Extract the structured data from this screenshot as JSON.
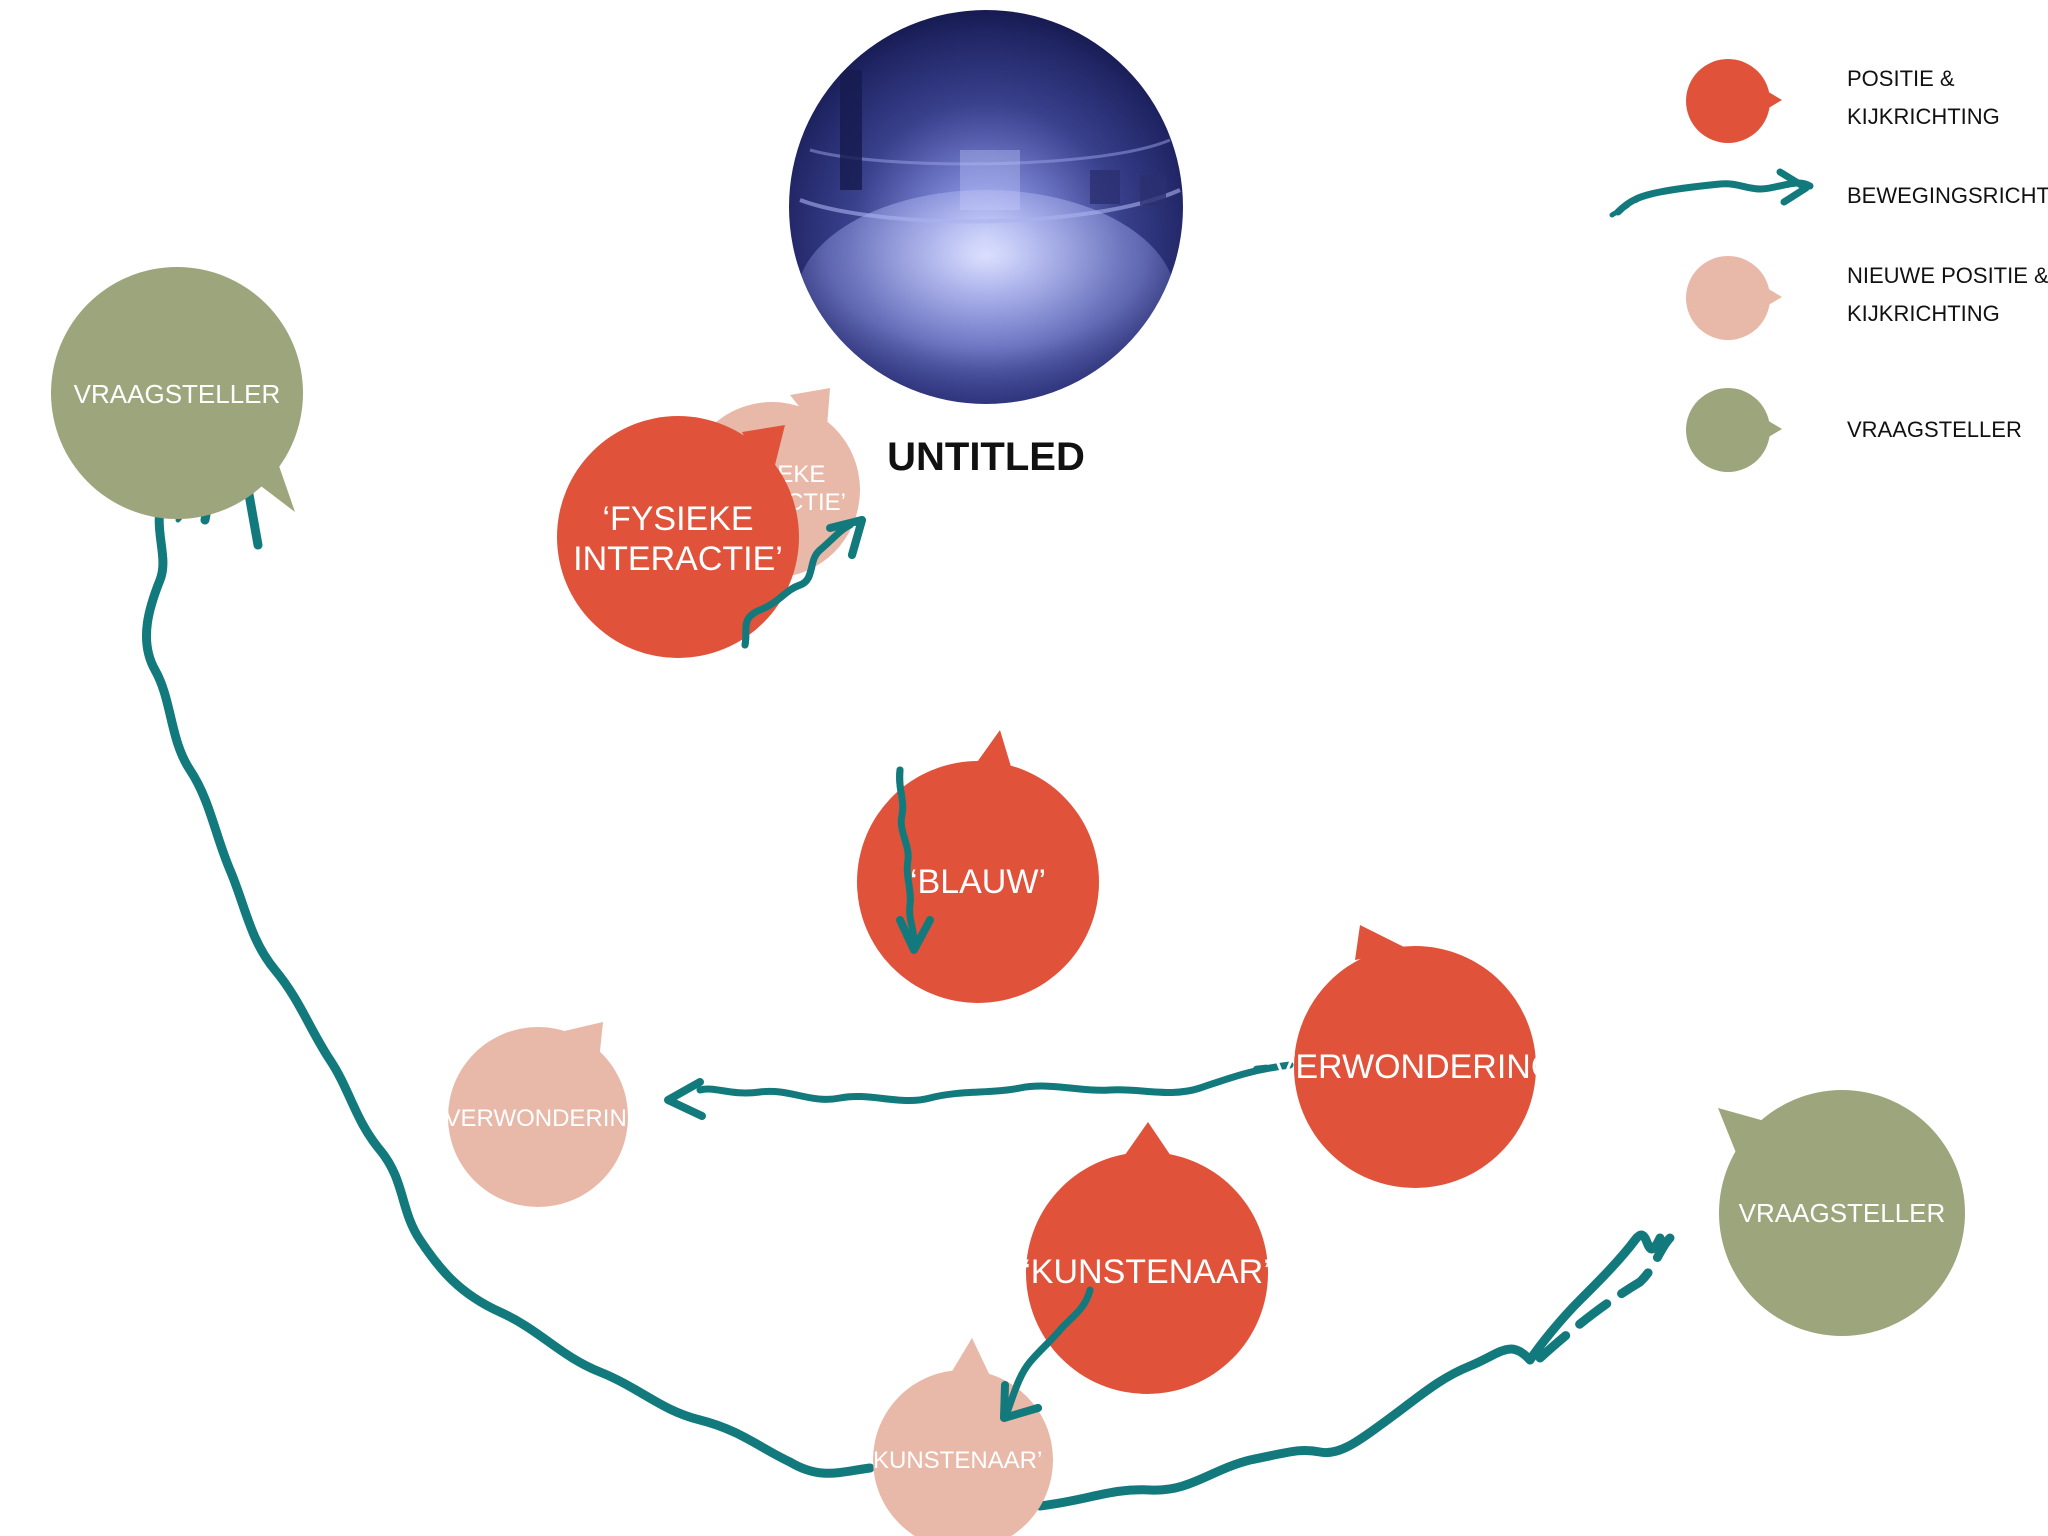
{
  "title": "UNTITLED",
  "legend": {
    "position_label_1": "POSITIE &",
    "position_label_2": "KIJKRICHTING",
    "movement_label": "BEWEGINGSRICHTING",
    "new_position_label_1": "NIEUWE POSITIE &",
    "new_position_label_2": "KIJKRICHTING",
    "questioner_label": "VRAAGSTELLER"
  },
  "nodes": {
    "questioner_left": "VRAAGSTELLER",
    "questioner_right": "VRAAGSTELLER",
    "fysieke_1": "‘FYSIEKE",
    "fysieke_2": "INTERACTIE’",
    "fysieke_new_1": "‘FYSIEKE",
    "fysieke_new_2": "INTERACTIE’",
    "blauw": "‘BLAUW’",
    "verwondering": "‘VERWONDERING’",
    "verwondering_new": "‘VERWONDERING’",
    "kunstenaar": "‘KUNSTENAAR’",
    "kunstenaar_new": "‘KUNSTENAAR’"
  },
  "colors": {
    "position": "#e0533a",
    "new_position": "#e8b8a8",
    "questioner": "#9ca57c",
    "movement": "#127a7c",
    "sphere": "#2e3477",
    "text_dark": "#111111",
    "text_light": "#ffffff"
  },
  "icons": [
    "speech-bubble-icon",
    "wavy-arrow-icon",
    "panorama-sphere-icon"
  ]
}
